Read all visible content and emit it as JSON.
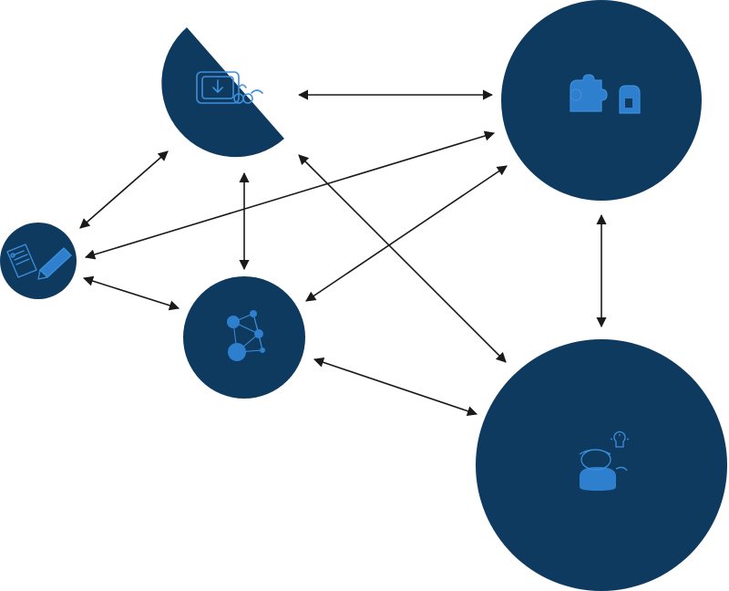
{
  "colors": {
    "node_fill": "#0e3a60",
    "icon_stroke": "#3d8fdc",
    "icon_fill": "#2f7fcf",
    "edge": "#1a1a1a",
    "background": "#ffffff"
  },
  "nodes": [
    {
      "id": "cloud-download",
      "icon": "cloud-download-icon"
    },
    {
      "id": "puzzle-team",
      "icon": "puzzle-pieces-icon"
    },
    {
      "id": "document-signing",
      "icon": "document-pencil-icon"
    },
    {
      "id": "network-graph",
      "icon": "network-graph-icon"
    },
    {
      "id": "idea-person",
      "icon": "lightbulb-person-icon"
    }
  ],
  "edges": [
    {
      "from": "cloud-download",
      "to": "puzzle-team",
      "bidirectional": true
    },
    {
      "from": "cloud-download",
      "to": "document-signing",
      "bidirectional": true
    },
    {
      "from": "cloud-download",
      "to": "network-graph",
      "bidirectional": true
    },
    {
      "from": "cloud-download",
      "to": "idea-person",
      "bidirectional": true
    },
    {
      "from": "puzzle-team",
      "to": "document-signing",
      "bidirectional": true
    },
    {
      "from": "puzzle-team",
      "to": "network-graph",
      "bidirectional": true
    },
    {
      "from": "puzzle-team",
      "to": "idea-person",
      "bidirectional": true
    },
    {
      "from": "document-signing",
      "to": "network-graph",
      "bidirectional": true
    },
    {
      "from": "network-graph",
      "to": "idea-person",
      "bidirectional": true
    }
  ]
}
